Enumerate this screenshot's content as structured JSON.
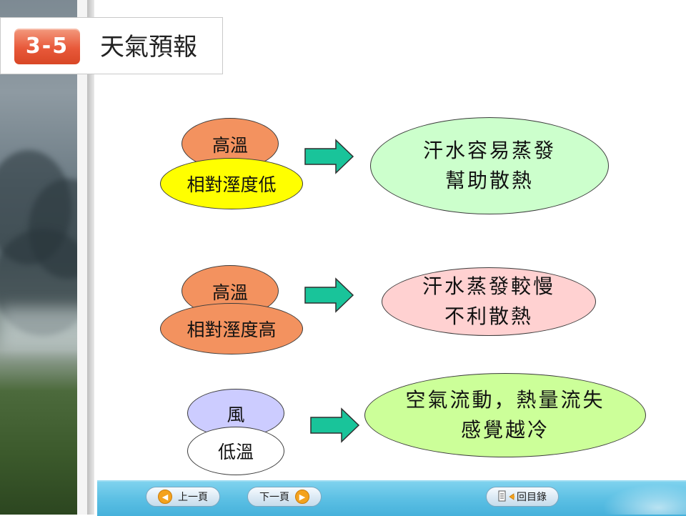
{
  "header": {
    "section_number": "3-5",
    "title": "天氣預報"
  },
  "rows": [
    {
      "top": {
        "text": "高溫",
        "color": "#f3925f"
      },
      "bottom": {
        "text": "相對溼度低",
        "color": "#ffff00"
      },
      "result": {
        "line1": "汗水容易蒸發",
        "line2": "幫助散熱",
        "color": "#ccffcc"
      }
    },
    {
      "top": {
        "text": "高溫",
        "color": "#f3925f"
      },
      "bottom": {
        "text": "相對溼度高",
        "color": "#f3925f"
      },
      "result": {
        "line1": "汗水蒸發較慢",
        "line2": "不利散熱",
        "color": "#ffd1d1"
      }
    },
    {
      "top": {
        "text": "風",
        "color": "#ccccff"
      },
      "bottom": {
        "text": "低溫",
        "color": "#ffffff"
      },
      "result": {
        "line1": "空氣流動，熱量流失",
        "line2": "感覺越冷",
        "color": "#ccff99"
      }
    }
  ],
  "arrow_color": "#19c49a",
  "nav": {
    "prev_label": "上一頁",
    "next_label": "下一頁",
    "toc_label": "回目錄",
    "prev_icon": "arrow-left-icon",
    "next_icon": "arrow-right-icon",
    "toc_icon": "list-arrow-icon"
  }
}
